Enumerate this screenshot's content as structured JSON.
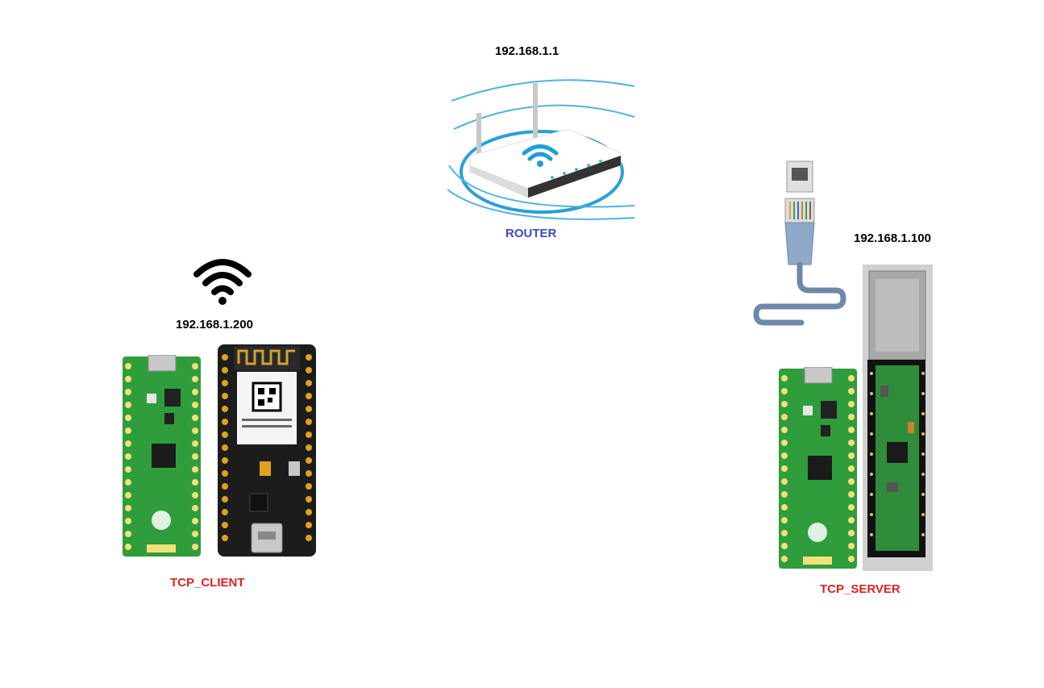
{
  "router": {
    "ip": "192.168.1.1",
    "label": "ROUTER",
    "label_color": "#3f48cc",
    "icon": "wifi-router-icon"
  },
  "client": {
    "ip": "192.168.1.200",
    "label": "TCP_CLIENT",
    "label_color": "#e02020",
    "icons": [
      "wifi-signal-icon",
      "raspberry-pi-pico-board",
      "wifi-module-board"
    ]
  },
  "server": {
    "ip": "192.168.1.100",
    "label": "TCP_SERVER",
    "label_color": "#e02020",
    "icons": [
      "ethernet-cable-icon",
      "raspberry-pi-pico-board",
      "ethernet-module-board"
    ]
  }
}
